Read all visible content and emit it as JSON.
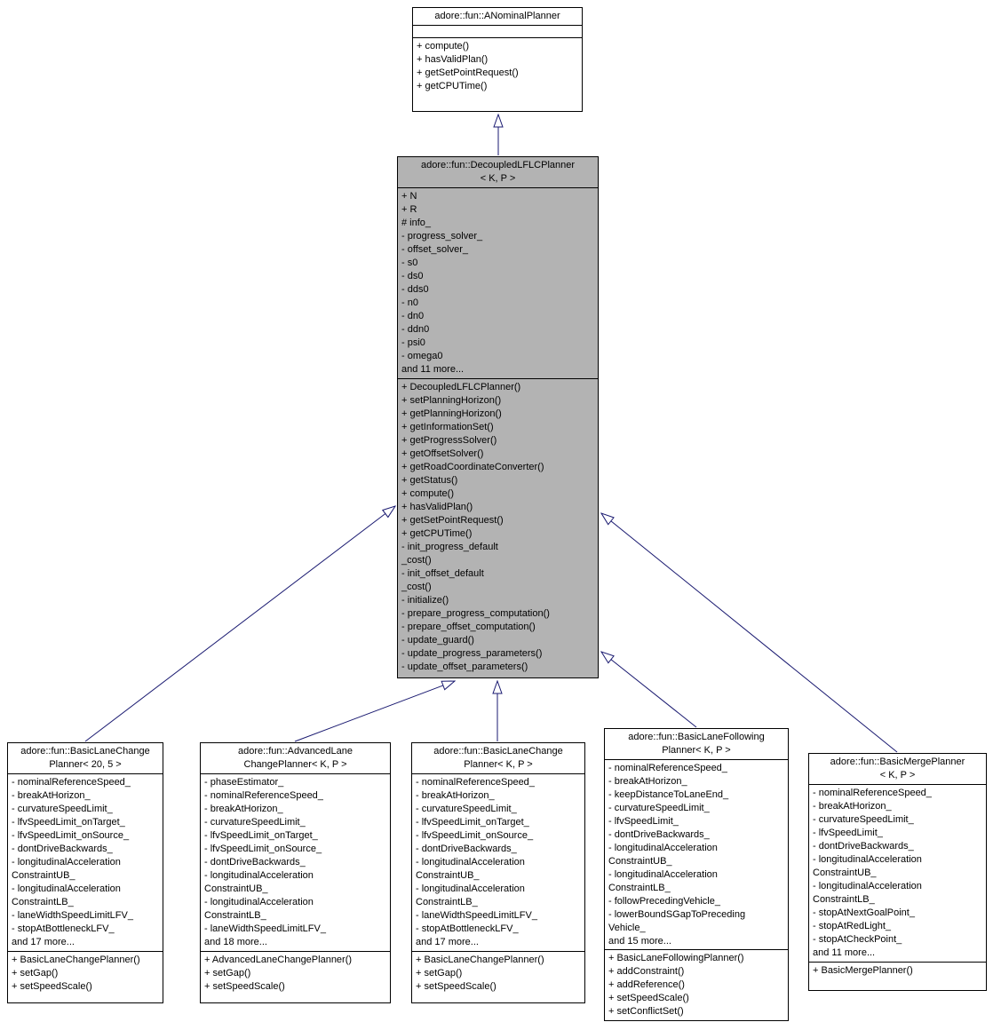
{
  "diagram": {
    "type": "uml-inheritance-graph",
    "arrow_color": "#191970",
    "highlight_fill": "#b3b3b3",
    "box_fill": "#ffffff",
    "border_color": "#000000"
  },
  "classes": [
    {
      "name": "ANominalPlanner",
      "title": "adore::fun::ANominalPlanner",
      "attributes": [],
      "methods": [
        "+ compute()",
        "+ hasValidPlan()",
        "+ getSetPointRequest()",
        "+ getCPUTime()"
      ]
    },
    {
      "name": "DecoupledLFLCPlanner",
      "title": "adore::fun::DecoupledLFLCPlanner\n< K, P >",
      "attributes": [
        "+ N",
        "+ R",
        "# info_",
        "- progress_solver_",
        "- offset_solver_",
        "- s0",
        "- ds0",
        "- dds0",
        "- n0",
        "- dn0",
        "- ddn0",
        "- psi0",
        "- omega0",
        "and 11 more..."
      ],
      "methods": [
        "+ DecoupledLFLCPlanner()",
        "+ setPlanningHorizon()",
        "+ getPlanningHorizon()",
        "+ getInformationSet()",
        "+ getProgressSolver()",
        "+ getOffsetSolver()",
        "+ getRoadCoordinateConverter()",
        "+ getStatus()",
        "+ compute()",
        "+ hasValidPlan()",
        "+ getSetPointRequest()",
        "+ getCPUTime()",
        "- init_progress_default\n_cost()",
        "- init_offset_default\n_cost()",
        "- initialize()",
        "- prepare_progress_computation()",
        "- prepare_offset_computation()",
        "- update_guard()",
        "- update_progress_parameters()",
        "- update_offset_parameters()"
      ]
    },
    {
      "name": "BasicLaneChangePlanner_20_5",
      "title": "adore::fun::BasicLaneChange\nPlanner< 20, 5 >",
      "attributes": [
        "- nominalReferenceSpeed_",
        "- breakAtHorizon_",
        "- curvatureSpeedLimit_",
        "- lfvSpeedLimit_onTarget_",
        "- lfvSpeedLimit_onSource_",
        "- dontDriveBackwards_",
        "- longitudinalAcceleration\nConstraintUB_",
        "- longitudinalAcceleration\nConstraintLB_",
        "- laneWidthSpeedLimitLFV_",
        "- stopAtBottleneckLFV_",
        "and 17 more..."
      ],
      "methods": [
        "+ BasicLaneChangePlanner()",
        "+ setGap()",
        "+ setSpeedScale()"
      ]
    },
    {
      "name": "AdvancedLaneChangePlanner",
      "title": "adore::fun::AdvancedLane\nChangePlanner< K, P >",
      "attributes": [
        "- phaseEstimator_",
        "- nominalReferenceSpeed_",
        "- breakAtHorizon_",
        "- curvatureSpeedLimit_",
        "- lfvSpeedLimit_onTarget_",
        "- lfvSpeedLimit_onSource_",
        "- dontDriveBackwards_",
        "- longitudinalAcceleration\nConstraintUB_",
        "- longitudinalAcceleration\nConstraintLB_",
        "- laneWidthSpeedLimitLFV_",
        "and 18 more..."
      ],
      "methods": [
        "+ AdvancedLaneChangePlanner()",
        "+ setGap()",
        "+ setSpeedScale()"
      ]
    },
    {
      "name": "BasicLaneChangePlanner_K_P",
      "title": "adore::fun::BasicLaneChange\nPlanner< K, P >",
      "attributes": [
        "- nominalReferenceSpeed_",
        "- breakAtHorizon_",
        "- curvatureSpeedLimit_",
        "- lfvSpeedLimit_onTarget_",
        "- lfvSpeedLimit_onSource_",
        "- dontDriveBackwards_",
        "- longitudinalAcceleration\nConstraintUB_",
        "- longitudinalAcceleration\nConstraintLB_",
        "- laneWidthSpeedLimitLFV_",
        "- stopAtBottleneckLFV_",
        "and 17 more..."
      ],
      "methods": [
        "+ BasicLaneChangePlanner()",
        "+ setGap()",
        "+ setSpeedScale()"
      ]
    },
    {
      "name": "BasicLaneFollowingPlanner",
      "title": "adore::fun::BasicLaneFollowing\nPlanner< K, P >",
      "attributes": [
        "- nominalReferenceSpeed_",
        "- breakAtHorizon_",
        "- keepDistanceToLaneEnd_",
        "- curvatureSpeedLimit_",
        "- lfvSpeedLimit_",
        "- dontDriveBackwards_",
        "- longitudinalAcceleration\nConstraintUB_",
        "- longitudinalAcceleration\nConstraintLB_",
        "- followPrecedingVehicle_",
        "- lowerBoundSGapToPreceding\nVehicle_",
        "and 15 more..."
      ],
      "methods": [
        "+ BasicLaneFollowingPlanner()",
        "+ addConstraint()",
        "+ addReference()",
        "+ setSpeedScale()",
        "+ setConflictSet()"
      ]
    },
    {
      "name": "BasicMergePlanner",
      "title": "adore::fun::BasicMergePlanner\n< K, P >",
      "attributes": [
        "- nominalReferenceSpeed_",
        "- breakAtHorizon_",
        "- curvatureSpeedLimit_",
        "- lfvSpeedLimit_",
        "- dontDriveBackwards_",
        "- longitudinalAcceleration\nConstraintUB_",
        "- longitudinalAcceleration\nConstraintLB_",
        "- stopAtNextGoalPoint_",
        "- stopAtRedLight_",
        "- stopAtCheckPoint_",
        "and 11 more..."
      ],
      "methods": [
        "+ BasicMergePlanner()"
      ]
    }
  ],
  "relationships": [
    {
      "from": "DecoupledLFLCPlanner",
      "to": "ANominalPlanner",
      "type": "inheritance"
    },
    {
      "from": "BasicLaneChangePlanner_20_5",
      "to": "DecoupledLFLCPlanner",
      "type": "inheritance"
    },
    {
      "from": "AdvancedLaneChangePlanner",
      "to": "DecoupledLFLCPlanner",
      "type": "inheritance"
    },
    {
      "from": "BasicLaneChangePlanner_K_P",
      "to": "DecoupledLFLCPlanner",
      "type": "inheritance"
    },
    {
      "from": "BasicLaneFollowingPlanner",
      "to": "DecoupledLFLCPlanner",
      "type": "inheritance"
    },
    {
      "from": "BasicMergePlanner",
      "to": "DecoupledLFLCPlanner",
      "type": "inheritance"
    }
  ]
}
